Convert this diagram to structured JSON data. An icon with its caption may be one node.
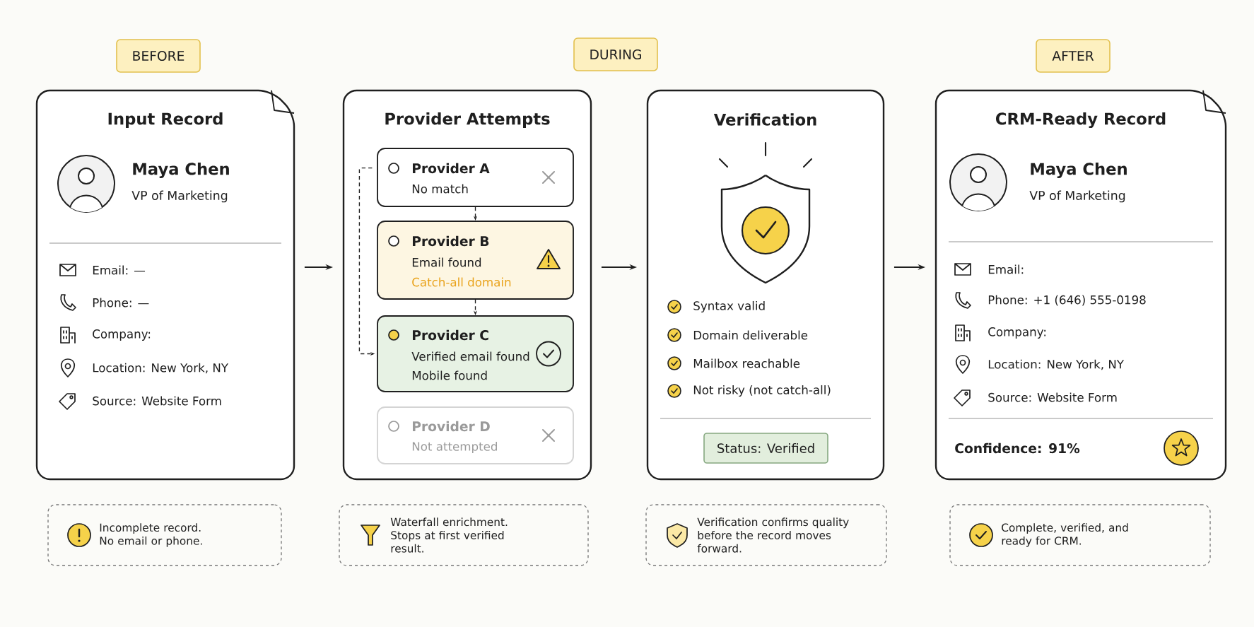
{
  "diagram": {
    "nodes": [
      {
        "text": [
          "BEFORE"
        ]
      },
      {
        "text": [
          "DURING"
        ]
      },
      {
        "text": [
          "AFTER"
        ]
      },
      {
        "text": [
          "Input Record",
          "Maya Chen",
          "VP of Marketing",
          "Email: —",
          "Phone: —",
          "Company:",
          "Location: New York, NY",
          "Source: Website Form"
        ]
      },
      {
        "text": [
          "Provider Attempts"
        ]
      },
      {
        "text": [
          "Provider A",
          "No match"
        ],
        "in": 4
      },
      {
        "text": [
          "Provider B",
          "Email found",
          "Catch-all domain"
        ],
        "in": 4
      },
      {
        "text": [
          "Provider C",
          "Verified email found",
          "Mobile found"
        ],
        "in": 4
      },
      {
        "text": [
          "Provider D",
          "Not attempted"
        ],
        "in": 4
      },
      {
        "text": [
          "Verification",
          "Syntax valid",
          "Domain deliverable",
          "Mailbox reachable",
          "Not risky (not catch-all)"
        ]
      },
      {
        "text": [
          "Status: Verified"
        ],
        "in": 9
      },
      {
        "text": [
          "CRM-Ready Record",
          "Maya Chen",
          "VP of Marketing",
          "Email:",
          "Phone: +1 (646) 555-0198",
          "Company:",
          "Location: New York, NY",
          "Source: Website Form",
          "Confidence: 91%"
        ]
      },
      {
        "text": [
          "Incomplete record. No email or phone."
        ]
      },
      {
        "text": [
          "Waterfall enrichment. Stops at first verified result."
        ]
      },
      {
        "text": [
          "Verification confirms quality before the record moves forward."
        ]
      },
      {
        "text": [
          "Complete, verified, and ready for CRM."
        ]
      }
    ],
    "edges": [
      {
        "from": 3,
        "to": 4,
        "arrow": "to"
      },
      {
        "from": 4,
        "to": 9,
        "arrow": "to"
      },
      {
        "from": 9,
        "to": 11,
        "arrow": "to"
      },
      {
        "from": 5,
        "to": 6,
        "arrow": "to",
        "style": "dashed"
      },
      {
        "from": 6,
        "to": 7,
        "arrow": "to",
        "style": "dashed"
      },
      {
        "from": 5,
        "to": 7,
        "arrow": "to",
        "style": "dashed"
      }
    ]
  }
}
